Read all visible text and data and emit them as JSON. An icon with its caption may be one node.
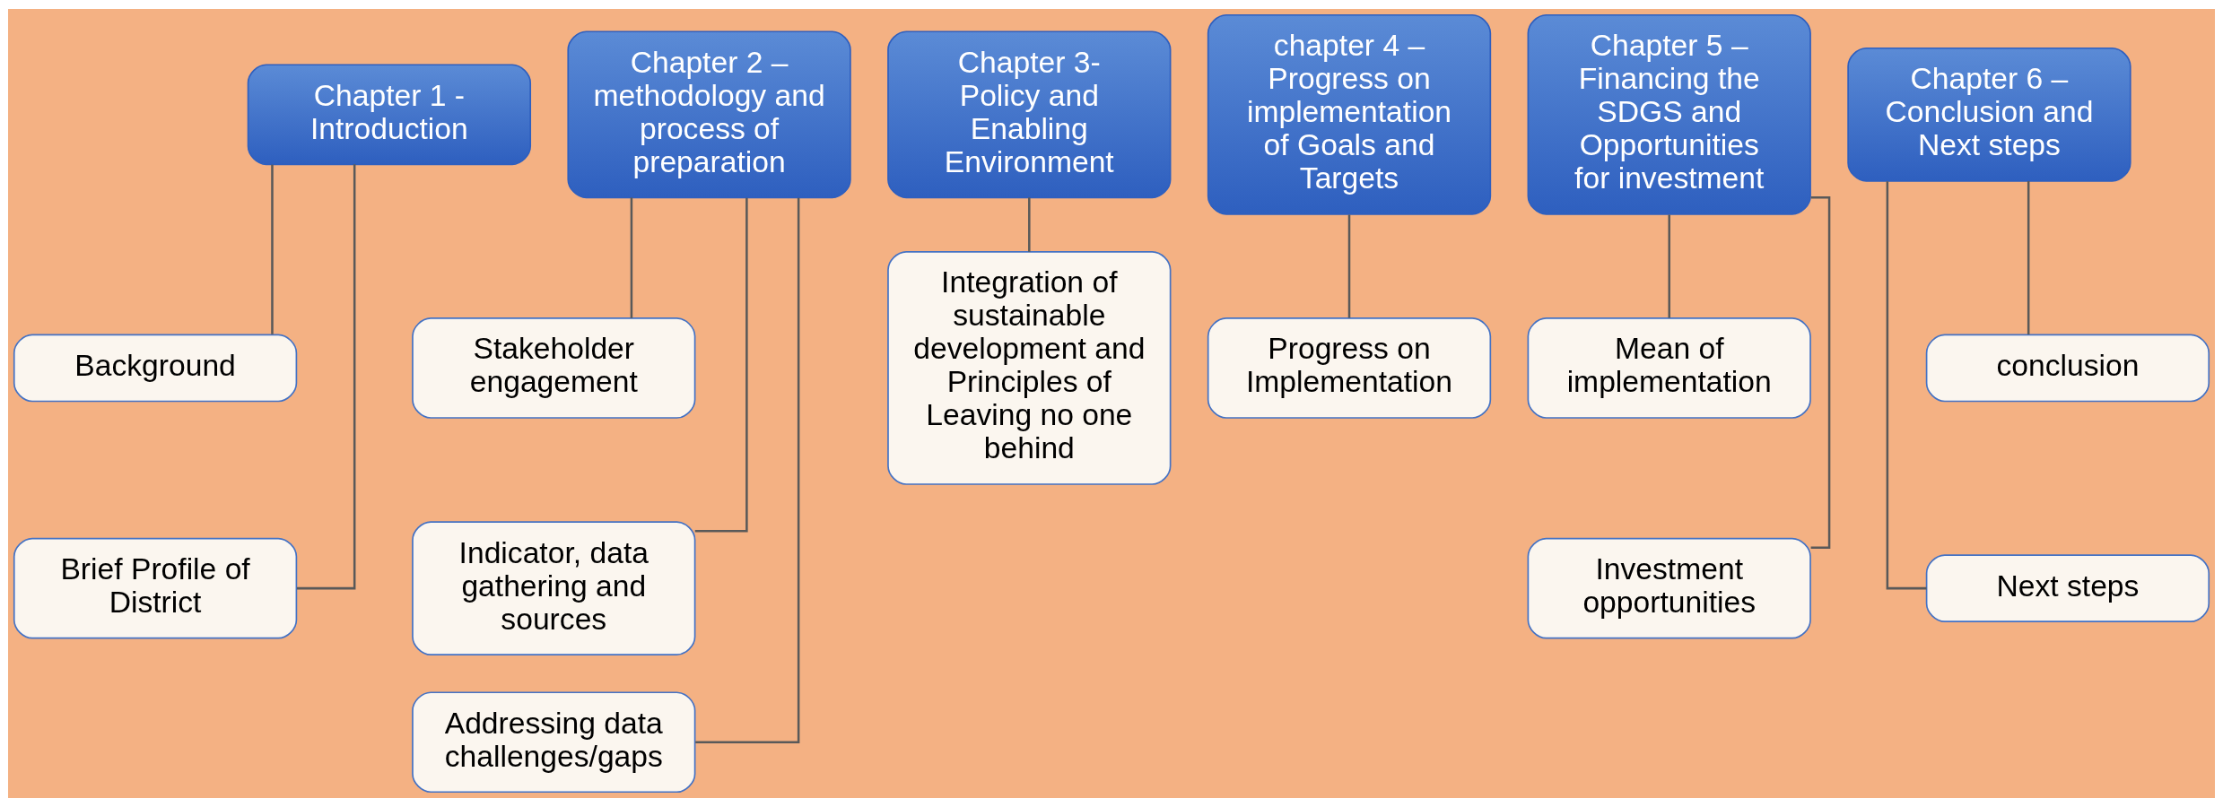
{
  "diagram": {
    "nodes": [
      {
        "text": [
          "Chapter 1 - Introduction"
        ]
      },
      {
        "text": [
          "Background"
        ]
      },
      {
        "text": [
          "Brief Profile of District"
        ]
      },
      {
        "text": [
          "Chapter 2 – methodology and process of preparation"
        ]
      },
      {
        "text": [
          "Stakeholder engagement"
        ]
      },
      {
        "text": [
          "Indicator, data gathering and sources"
        ]
      },
      {
        "text": [
          "Addressing data challenges/gaps"
        ]
      },
      {
        "text": [
          "Chapter 3- Policy and Enabling Environment"
        ]
      },
      {
        "text": [
          "Integration of sustainable development and Principles of Leaving no one behind"
        ]
      },
      {
        "text": [
          "chapter 4 – Progress on implementation of Goals and Targets"
        ]
      },
      {
        "text": [
          "Progress on Implementation"
        ]
      },
      {
        "text": [
          "Chapter 5 – Financing the SDGS and Opportunities for investment"
        ]
      },
      {
        "text": [
          "Mean of implementation"
        ]
      },
      {
        "text": [
          "Investment opportunities"
        ]
      },
      {
        "text": [
          "Chapter 6 – Conclusion and Next steps"
        ]
      },
      {
        "text": [
          "conclusion"
        ]
      },
      {
        "text": [
          "Next steps"
        ]
      }
    ],
    "edges": [
      {
        "from": 0,
        "to": 1,
        "arrow": "none"
      },
      {
        "from": 0,
        "to": 2,
        "arrow": "none"
      },
      {
        "from": 3,
        "to": 4,
        "arrow": "none"
      },
      {
        "from": 3,
        "to": 5,
        "arrow": "none"
      },
      {
        "from": 3,
        "to": 6,
        "arrow": "none"
      },
      {
        "from": 7,
        "to": 8,
        "arrow": "none"
      },
      {
        "from": 9,
        "to": 10,
        "arrow": "none"
      },
      {
        "from": 11,
        "to": 12,
        "arrow": "none"
      },
      {
        "from": 11,
        "to": 13,
        "arrow": "none"
      },
      {
        "from": 14,
        "to": 15,
        "arrow": "none"
      },
      {
        "from": 14,
        "to": 16,
        "arrow": "none"
      }
    ]
  }
}
